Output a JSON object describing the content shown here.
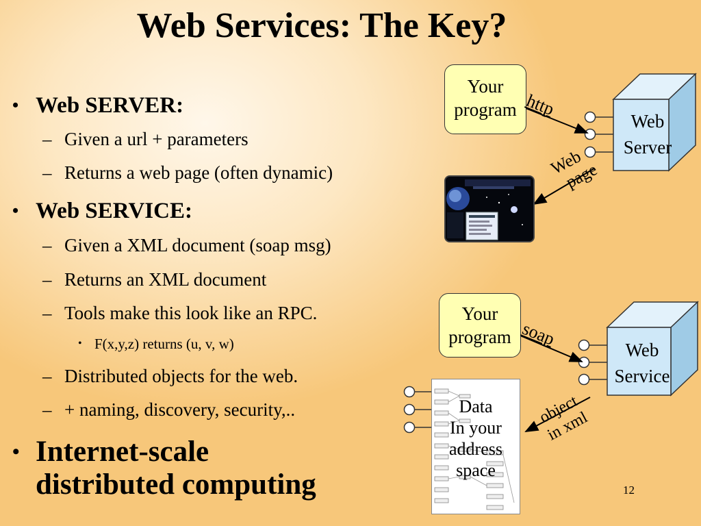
{
  "slide": {
    "title": "Web Services: The Key?",
    "bullets": {
      "server_heading": "Web SERVER:",
      "server_items": [
        "Given a url  + parameters",
        "Returns a web page (often dynamic)"
      ],
      "service_heading": "Web SERVICE:",
      "service_items": [
        "Given a XML document (soap msg)",
        "Returns an XML document",
        "Tools make this look like an RPC."
      ],
      "rpc_sub": "F(x,y,z) returns (u, v, w)",
      "service_items_more": [
        "Distributed objects for the web.",
        "+ naming, discovery, security,.."
      ],
      "conclusion_line1": "Internet-scale",
      "conclusion_line2": "distributed computing",
      "bullet_symbol": "•",
      "dash_symbol": "–"
    },
    "diagram_top": {
      "program_line1": "Your",
      "program_line2": "program",
      "protocol_label": "http",
      "server_line1": "Web",
      "server_line2": "Server",
      "result_line1": "Web",
      "result_line2": "page"
    },
    "diagram_bottom": {
      "program_line1": "Your",
      "program_line2": "program",
      "protocol_label": "soap",
      "service_line1": "Web",
      "service_line2": "Service",
      "result_line1": "object",
      "result_line2": "in xml",
      "data_lines": [
        "Data",
        "In your",
        "address",
        "space"
      ]
    },
    "page_number": "12",
    "colors": {
      "program_box": "#ffffb3",
      "cube_face": "#cfe8f8",
      "background_light": "#fff7ea",
      "background_dark": "#f7c77a"
    }
  }
}
